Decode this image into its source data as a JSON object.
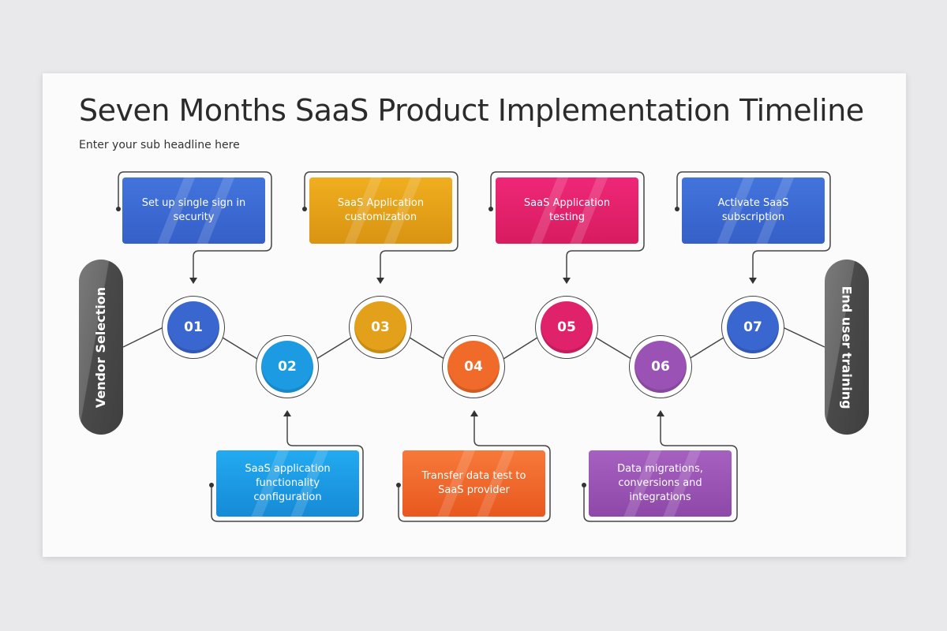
{
  "title": "Seven Months SaaS Product Implementation Timeline",
  "subtitle": "Enter your sub headline here",
  "start_label": "Vendor Selection",
  "end_label": "End user training",
  "steps": [
    {
      "number": "01",
      "text": "Set up single sign in security",
      "color": "#3a66cf",
      "position": "top"
    },
    {
      "number": "02",
      "text": "SaaS application functionality configuration",
      "color": "#1c9be3",
      "position": "bottom"
    },
    {
      "number": "03",
      "text": "SaaS Application customization",
      "color": "#e3a01a",
      "position": "top"
    },
    {
      "number": "04",
      "text": "Transfer data test to SaaS provider",
      "color": "#f06a2a",
      "position": "bottom"
    },
    {
      "number": "05",
      "text": "SaaS Application testing",
      "color": "#e0226b",
      "position": "top"
    },
    {
      "number": "06",
      "text": "Data migrations, conversions and integrations",
      "color": "#9a52b4",
      "position": "bottom"
    },
    {
      "number": "07",
      "text": "Activate SaaS subscription",
      "color": "#3a66cf",
      "position": "top"
    }
  ]
}
